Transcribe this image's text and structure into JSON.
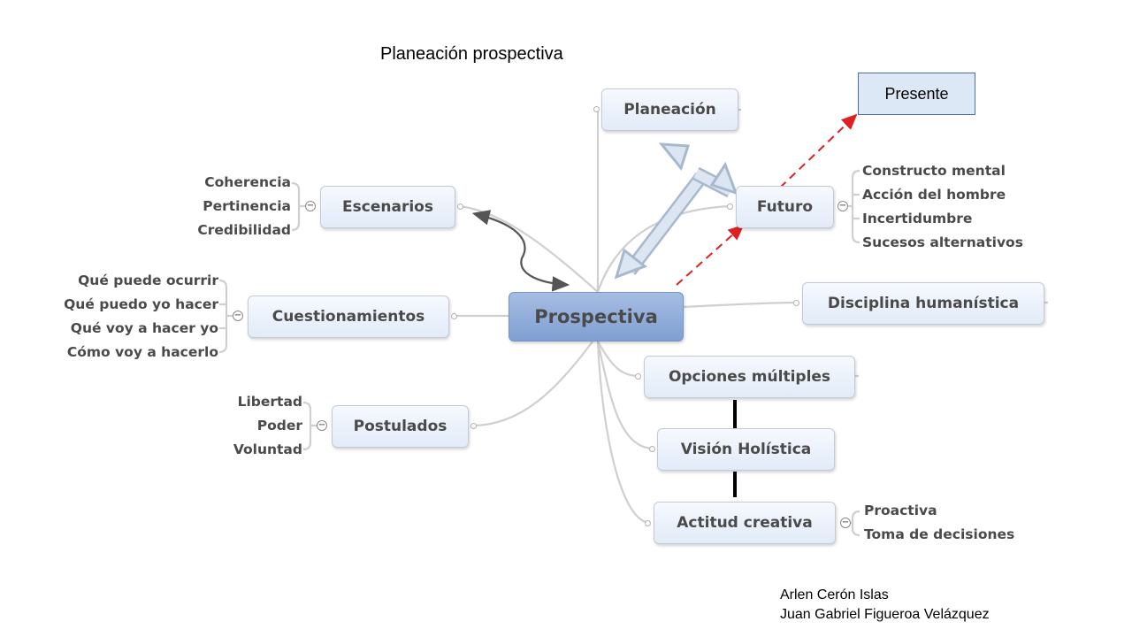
{
  "title": "Planeación prospectiva",
  "central": "Prospectiva",
  "nodes": {
    "planeacion": "Planeación",
    "futuro": "Futuro",
    "escenarios": "Escenarios",
    "cuestionamientos": "Cuestionamientos",
    "postulados": "Postulados",
    "disciplina": "Disciplina humanística",
    "opciones": "Opciones múltiples",
    "vision": "Visión Holística",
    "actitud": "Actitud creativa"
  },
  "presente": "Presente",
  "escenarios_items": [
    "Coherencia",
    "Pertinencia",
    "Credibilidad"
  ],
  "cuestionamientos_items": [
    "Qué puede ocurrir",
    "Qué puedo yo hacer",
    "Qué voy a hacer yo",
    "Cómo voy a hacerlo"
  ],
  "postulados_items": [
    "Libertad",
    "Poder",
    "Voluntad"
  ],
  "futuro_items": [
    "Constructo mental",
    "Acción del hombre",
    "Incertidumbre",
    "Sucesos alternativos"
  ],
  "actitud_items": [
    "Proactiva",
    "Toma de decisiones"
  ],
  "collapse_symbol": "−",
  "authors": [
    "Arlen Cerón Islas",
    "Juan Gabriel Figueroa Velázquez"
  ],
  "colors": {
    "central": "#8aa8d8",
    "node": "#e8effa",
    "link": "#cfcfcf",
    "dashed": "#e02020",
    "presente": "#dce8f5"
  }
}
